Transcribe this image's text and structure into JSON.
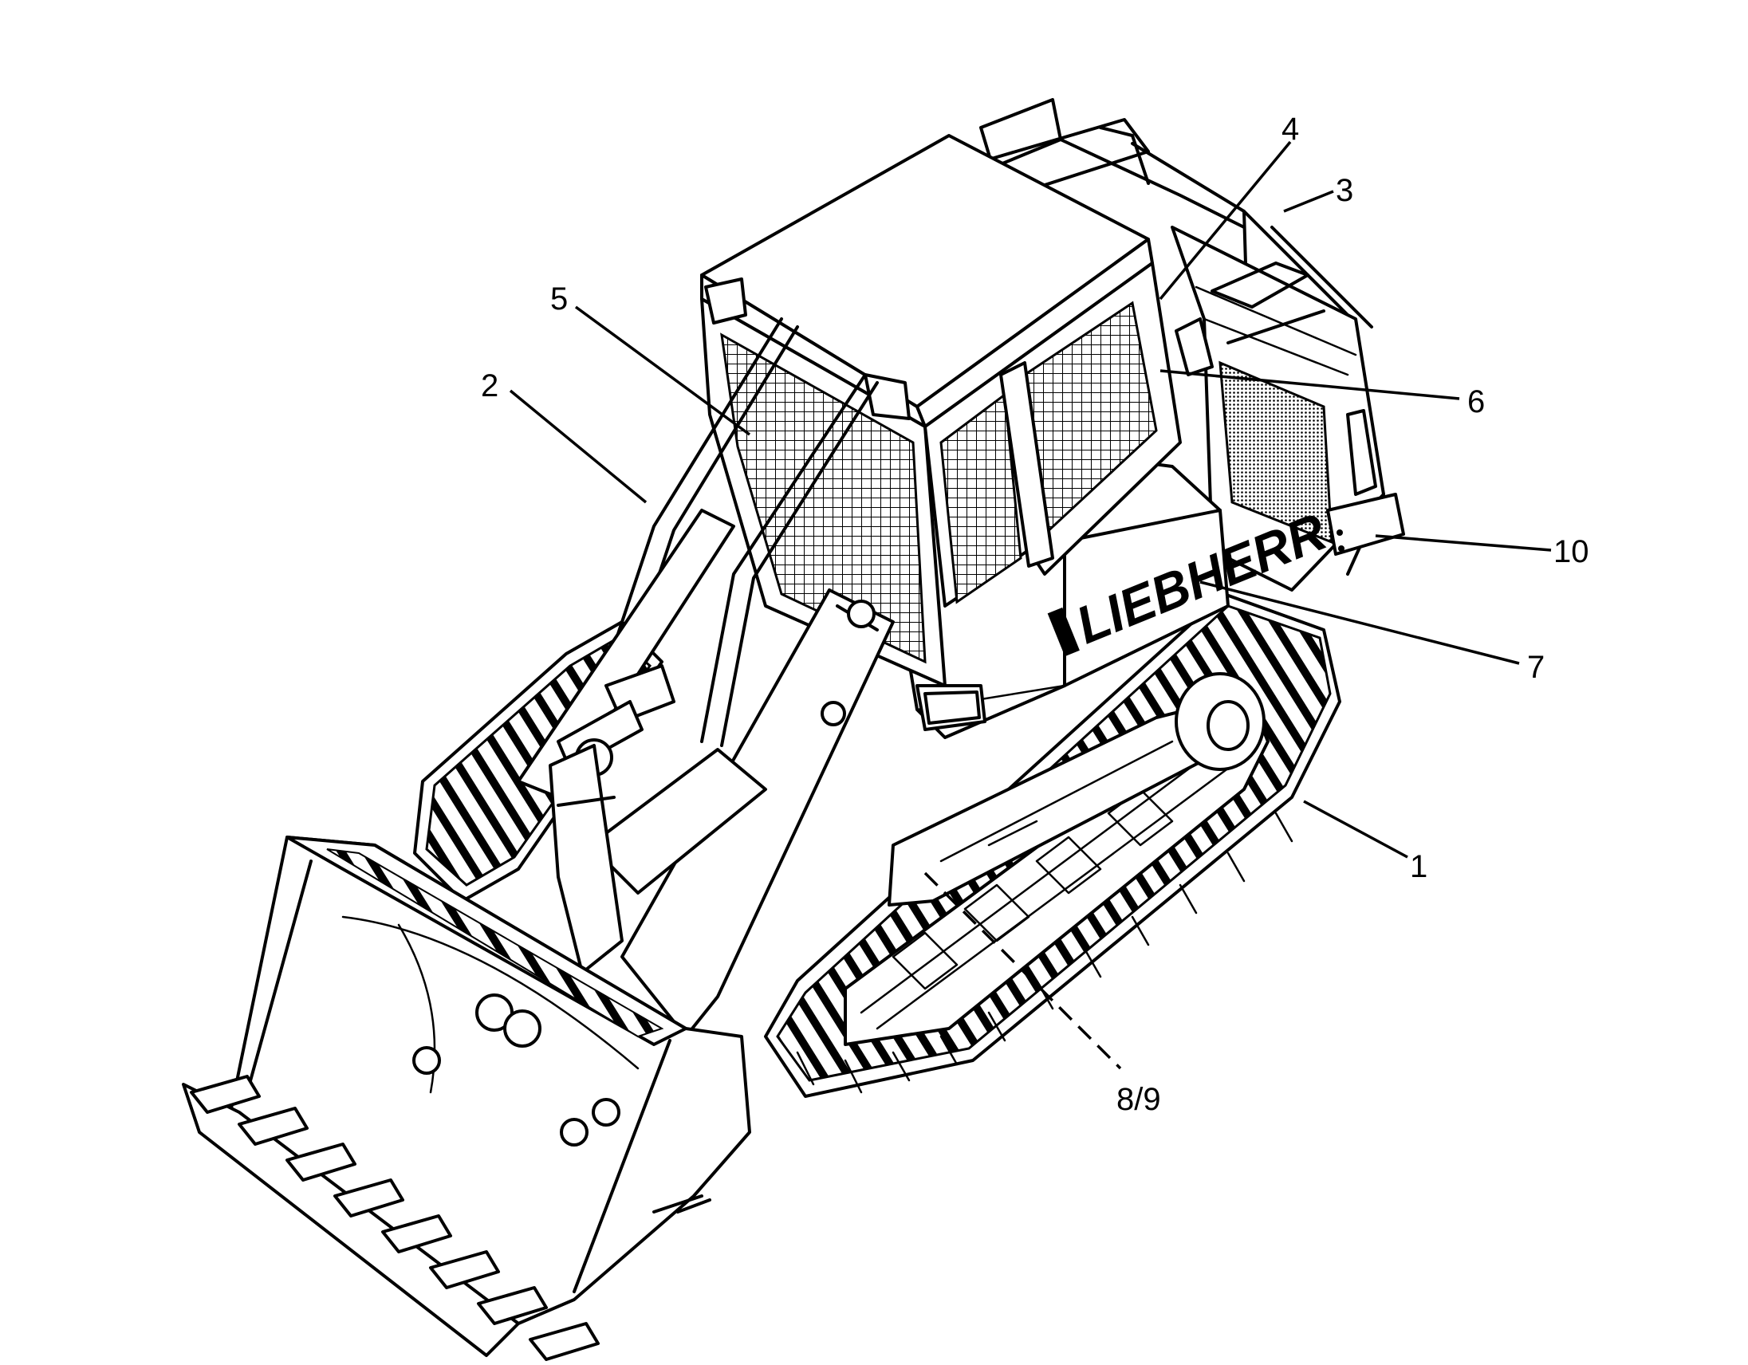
{
  "diagram": {
    "subject": "crawler loader",
    "brand_text": "LIEBHERR",
    "callouts": [
      {
        "id": "c1",
        "label": "1"
      },
      {
        "id": "c2",
        "label": "2"
      },
      {
        "id": "c3",
        "label": "3"
      },
      {
        "id": "c4",
        "label": "4"
      },
      {
        "id": "c5",
        "label": "5"
      },
      {
        "id": "c6",
        "label": "6"
      },
      {
        "id": "c7",
        "label": "7"
      },
      {
        "id": "c89",
        "label": "8/9"
      },
      {
        "id": "c10",
        "label": "10"
      }
    ]
  }
}
